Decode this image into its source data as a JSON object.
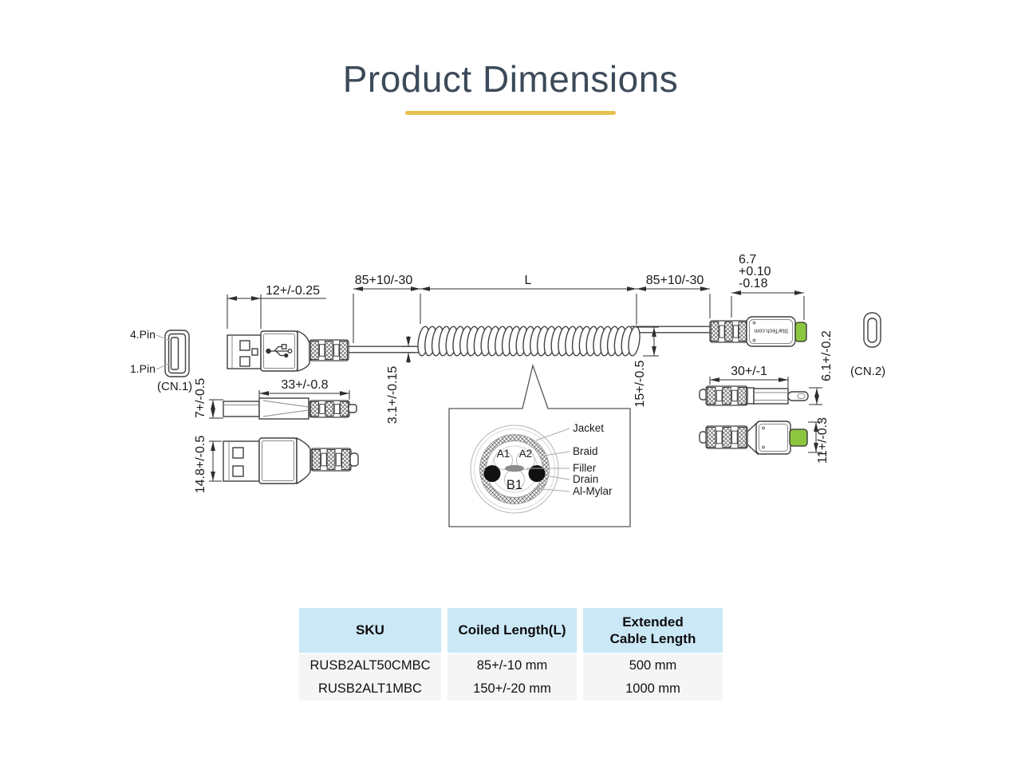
{
  "title": "Product Dimensions",
  "colors": {
    "underline": "#E4C150",
    "table_header_bg": "#CBE8F7",
    "table_row_bg": "#F5F5F5",
    "tip_green": "#8CC63F"
  },
  "diagram": {
    "end_view_left": {
      "pin_top": "4.Pin",
      "pin_bottom": "1.Pin",
      "label": "(CN.1)"
    },
    "end_view_right": {
      "label": "(CN.2)"
    },
    "brand": "StarTech.com",
    "dims": {
      "usb_metal_length": "12+/-0.25",
      "straight_left": "85+10/-30",
      "coil_label": "L",
      "straight_right": "85+10/-30",
      "tip_nominal": "6.7",
      "tip_tol_plus": "+0.10",
      "tip_tol_minus": "-0.18",
      "cable_od": "3.1+/-0.15",
      "coil_od": "15+/-0.5",
      "usb_length": "33+/-0.8",
      "usb_thickness": "7+/-0.5",
      "usb_width": "14.8+/-0.5",
      "lightning_length": "30+/-1",
      "lightning_thickness": "6.1+/-0.2",
      "lightning_width": "11+/-0.3"
    },
    "cross_section": {
      "labels": [
        "Jacket",
        "Braid",
        "Filler",
        "Drain",
        "Al-Mylar"
      ],
      "wire_a1": "A1",
      "wire_a2": "A2",
      "wire_b1": "B1"
    }
  },
  "table": {
    "headers": [
      "SKU",
      "Coiled Length(L)",
      "Extended\nCable Length"
    ],
    "rows": [
      [
        "RUSB2ALT50CMBC",
        "85+/-10 mm",
        "500 mm"
      ],
      [
        "RUSB2ALT1MBC",
        "150+/-20 mm",
        "1000 mm"
      ]
    ]
  }
}
